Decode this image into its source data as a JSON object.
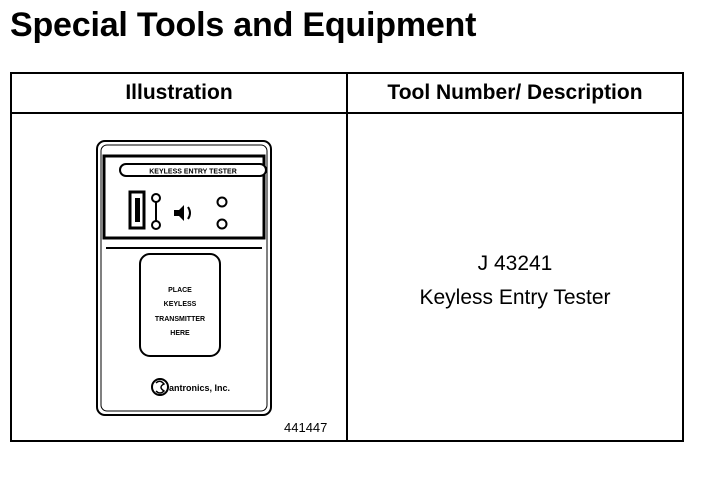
{
  "page": {
    "title": "Special Tools and Equipment"
  },
  "table": {
    "headers": {
      "illustration": "Illustration",
      "description": "Tool Number/ Description"
    },
    "rows": [
      {
        "tool_number": "J 43241",
        "description": "Keyless Entry Tester",
        "figure_number": "441447",
        "device": {
          "panel_label": "KEYLESS ENTRY TESTER",
          "window_text": [
            "PLACE",
            "KEYLESS",
            "TRANSMITTER",
            "HERE"
          ],
          "brand": "antronics, Inc."
        }
      }
    ]
  }
}
